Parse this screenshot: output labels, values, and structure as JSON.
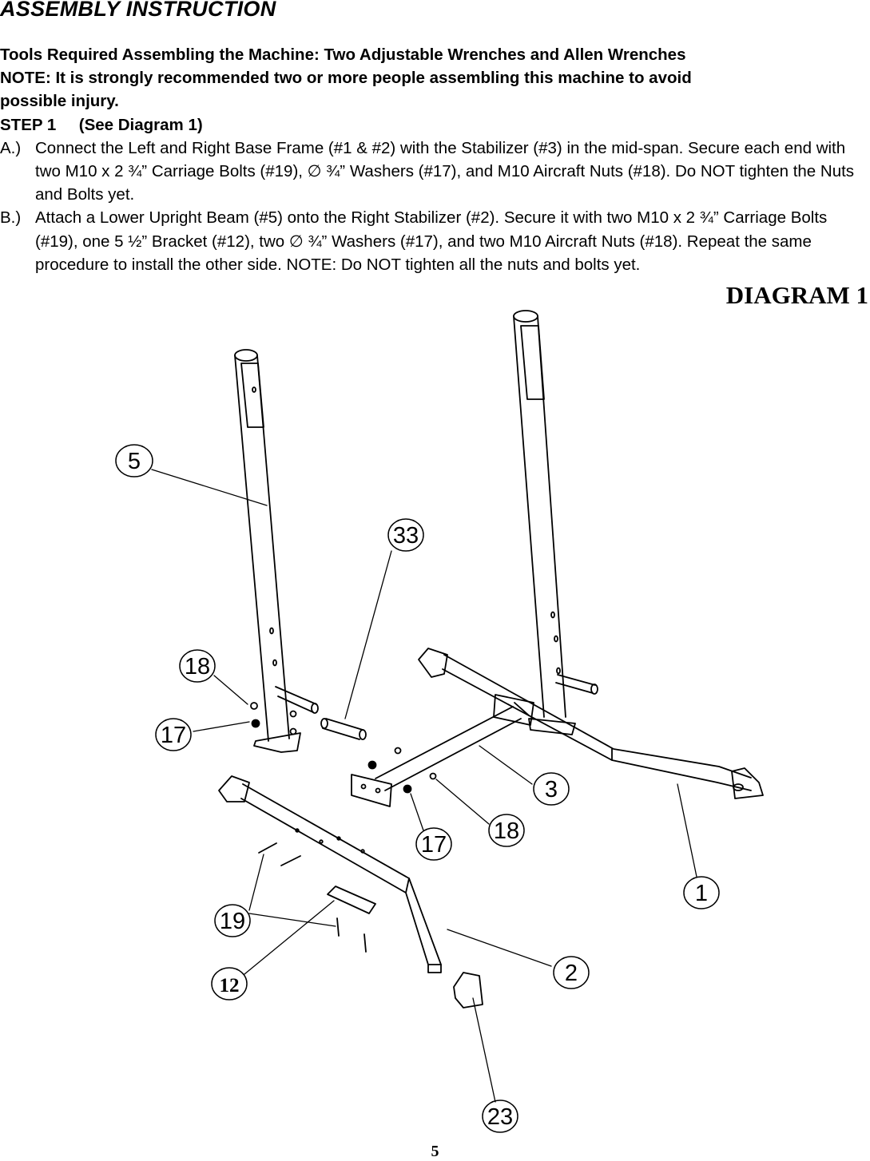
{
  "heading": "ASSEMBLY INSTRUCTION",
  "tools_line": "Tools Required Assembling the Machine:  Two Adjustable Wrenches and Allen Wrenches",
  "note_line_1": "NOTE:  It is strongly recommended two or more people assembling this machine to avoid",
  "note_line_2": "possible injury.",
  "step_title": "STEP 1     (See Diagram 1)",
  "instructions": [
    {
      "label": "A.)",
      "text": "Connect the Left and Right Base Frame (#1 & #2) with the Stabilizer (#3) in the mid-span. Secure each end with two M10 x 2 ¾” Carriage Bolts (#19), ∅ ¾” Washers (#17), and M10 Aircraft Nuts (#18).  Do NOT tighten the Nuts and Bolts yet."
    },
    {
      "label": "B.)",
      "text": "Attach a Lower Upright Beam (#5) onto the Right Stabilizer (#2). Secure it with two M10 x 2 ¾” Carriage Bolts (#19), one 5 ½” Bracket (#12), two ∅ ¾” Washers (#17), and two M10 Aircraft Nuts (#18). Repeat the same procedure to install the other side.  NOTE:  Do NOT tighten all the nuts and bolts yet."
    }
  ],
  "diagram_title": "DIAGRAM 1",
  "callouts": {
    "c5": "5",
    "c33": "33",
    "c18a": "18",
    "c17a": "17",
    "c3": "3",
    "c18b": "18",
    "c17b": "17",
    "c1": "1",
    "c19": "19",
    "c12": "12",
    "c2": "2",
    "c23": "23"
  },
  "page_number": "5"
}
